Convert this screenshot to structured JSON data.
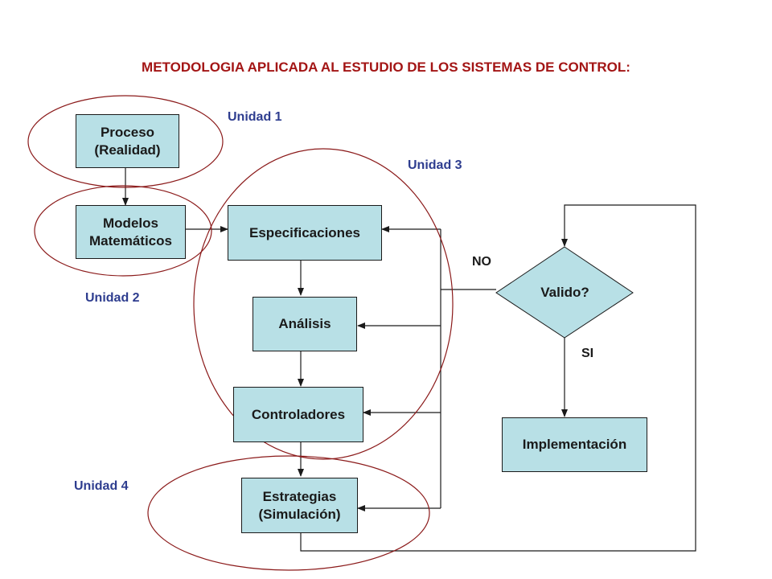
{
  "title": "METODOLOGIA APLICADA AL ESTUDIO DE LOS SISTEMAS DE CONTROL:",
  "colors": {
    "box_fill": "#b8e0e6",
    "title": "#a31515",
    "unit_label": "#2e3d8f",
    "ellipse": "#8b1a1a"
  },
  "nodes": {
    "proceso": {
      "line1": "Proceso",
      "line2": "(Realidad)"
    },
    "modelos": {
      "line1": "Modelos",
      "line2": "Matemáticos"
    },
    "especificaciones": "Especificaciones",
    "analisis": "Análisis",
    "controladores": "Controladores",
    "estrategias": {
      "line1": "Estrategias",
      "line2": "(Simulación)"
    },
    "valido": "Valido?",
    "implementacion": "Implementación"
  },
  "units": {
    "u1": "Unidad 1",
    "u2": "Unidad 2",
    "u3": "Unidad 3",
    "u4": "Unidad 4"
  },
  "edge_labels": {
    "no": "NO",
    "si": "SI"
  }
}
